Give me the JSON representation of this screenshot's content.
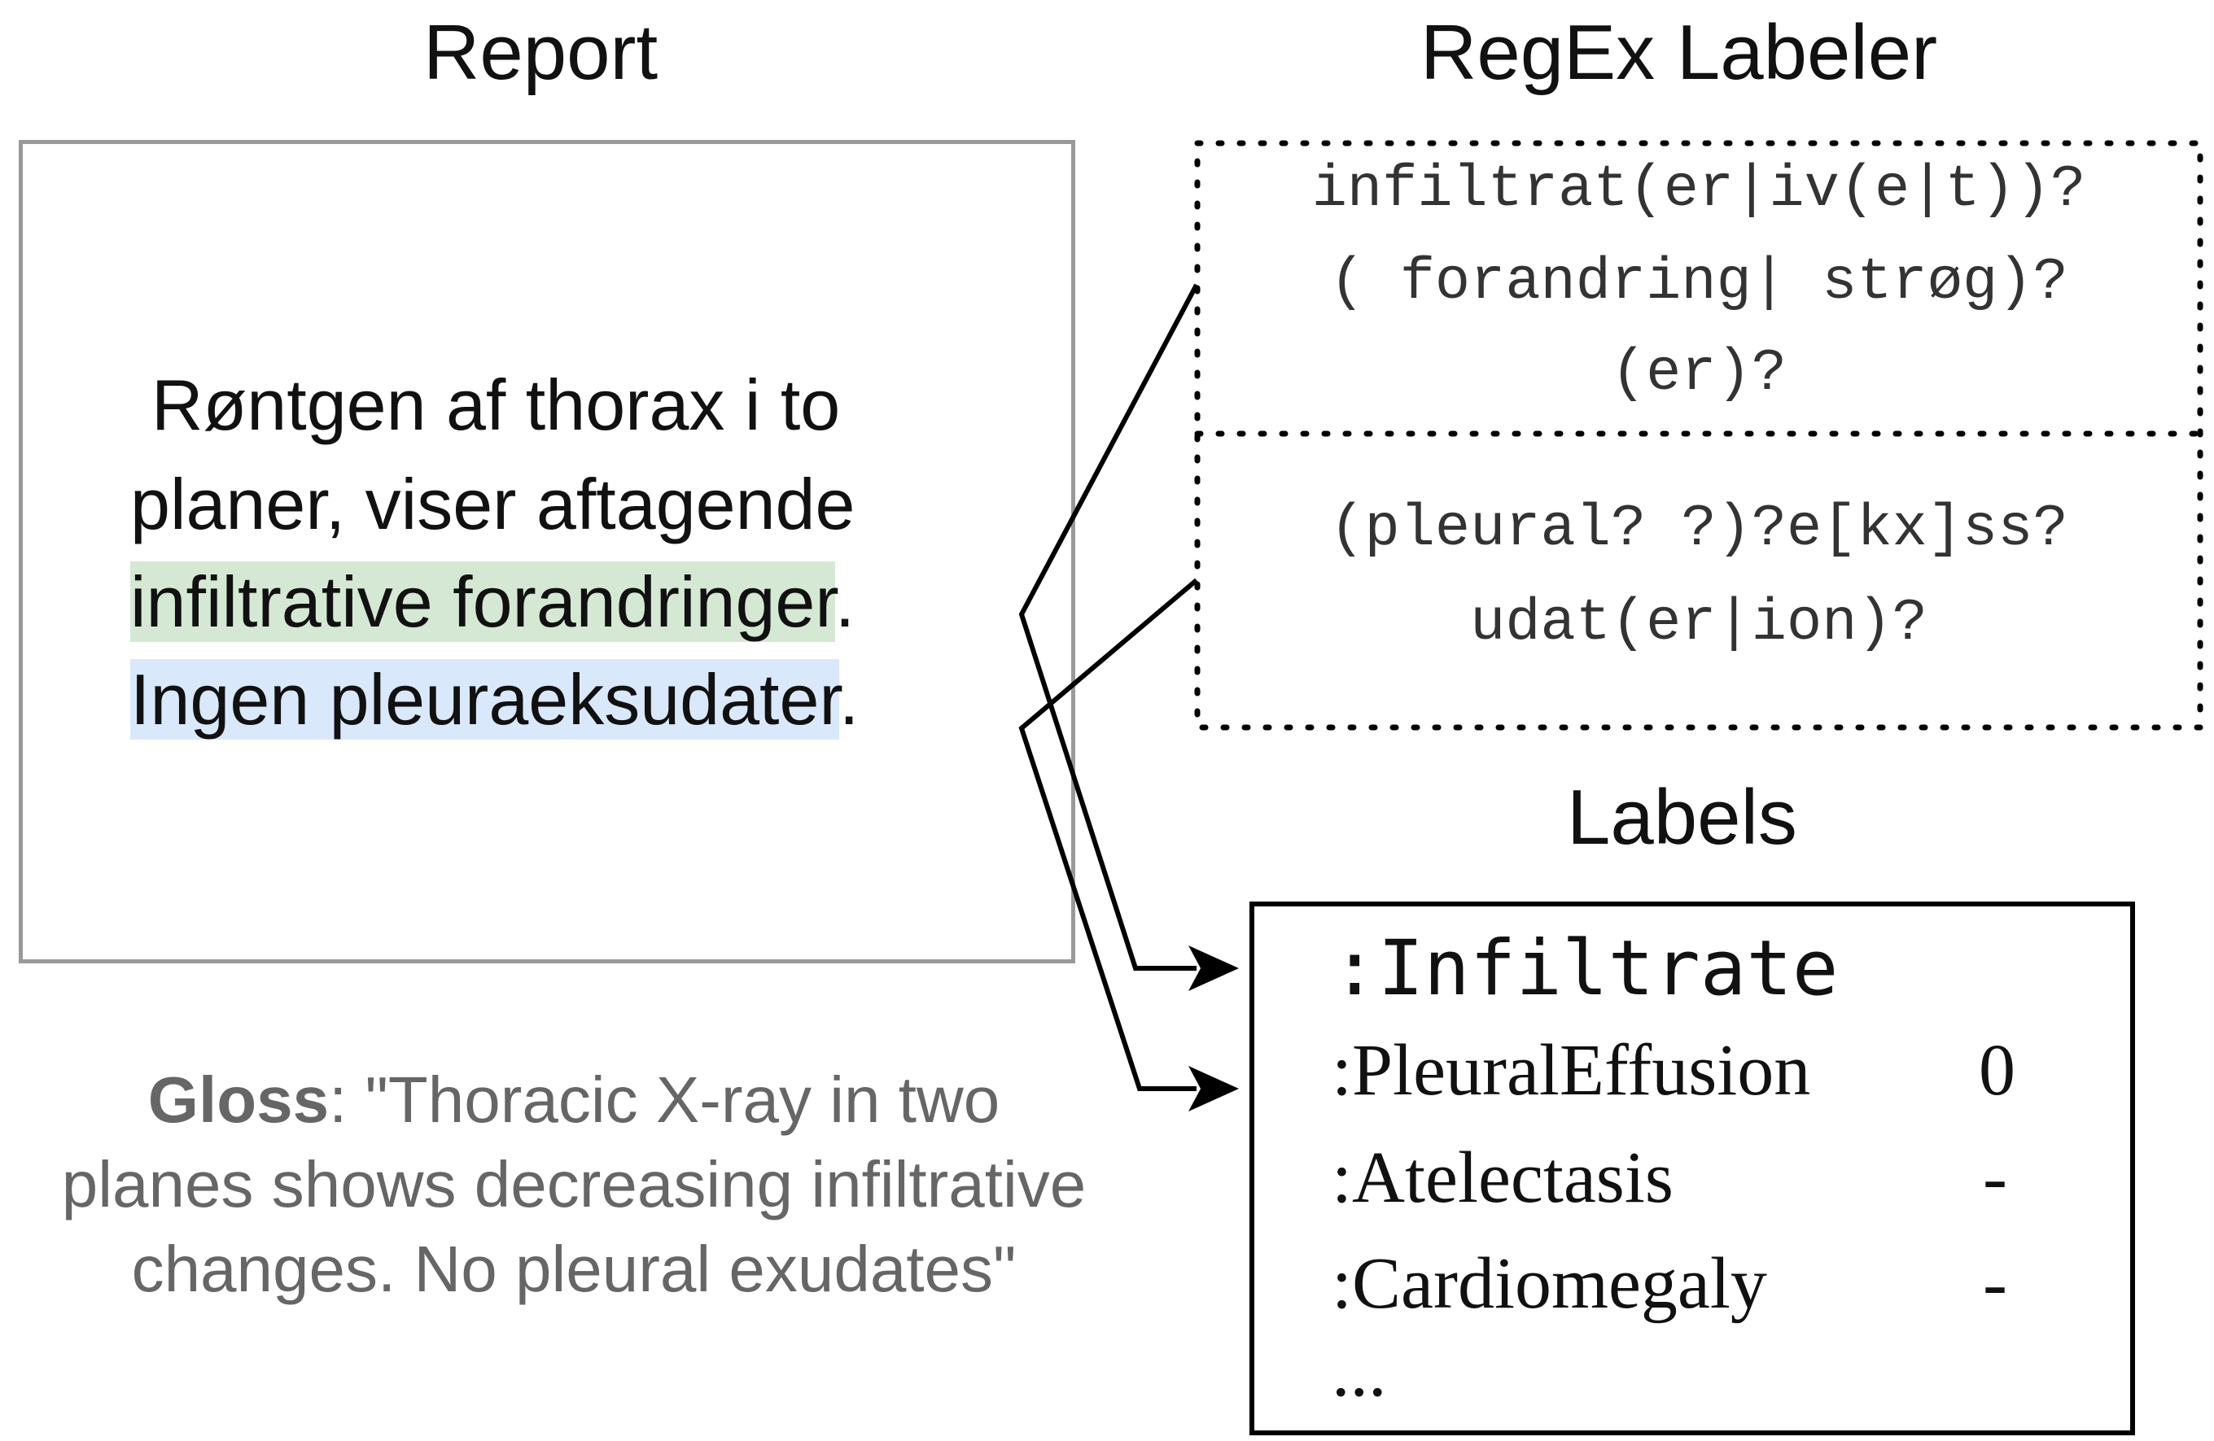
{
  "headings": {
    "report": "Report",
    "regex": "RegEx Labeler",
    "labels": "Labels"
  },
  "report": {
    "line1": "Røntgen af thorax i to",
    "line2": "planer, viser aftagende",
    "line3_highlight": "infiltrative forandringer",
    "line3_tail": ".",
    "line4_highlight": "Ingen pleuraeksudater",
    "line4_tail": ".",
    "highlight_colors": {
      "infiltrate": "#d5e8d4",
      "effusion": "#dae8fc"
    }
  },
  "regex": {
    "pattern1": [
      "infiltrat(er|iv(e|t))?",
      "( forandring| strøg)?",
      "(er)?"
    ],
    "pattern2": [
      "(pleural? ?)?e[kx]ss?",
      "udat(er|ion)?"
    ]
  },
  "labels": {
    "items": [
      {
        "name": ":Infiltrate",
        "value": ""
      },
      {
        "name": ":PleuralEffusion",
        "value": "0"
      },
      {
        "name": ":Atelectasis",
        "value": "-"
      },
      {
        "name": ":Cardiomegaly",
        "value": "-"
      },
      {
        "name": "...",
        "value": ""
      }
    ]
  },
  "gloss": {
    "label": "Gloss",
    "text": ": \"Thoracic X-ray in two planes shows decreasing infiltrative changes. No pleural exudates\""
  }
}
